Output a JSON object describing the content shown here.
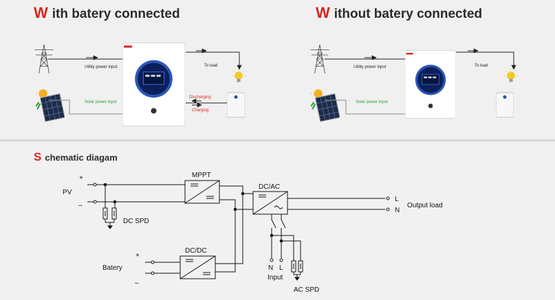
{
  "headings": {
    "with_cap": "W",
    "with_rest": "ith batery connected",
    "without_cap": "W",
    "without_rest": "ithout batery connected",
    "schematic_cap": "S",
    "schematic_rest": "chematic diagam"
  },
  "with_battery": {
    "utility_label": "Utility power input",
    "solar_label": "Solar power input",
    "load_label": "To load",
    "discharging_label": "Discharging",
    "charging_label": "Charging"
  },
  "without_battery": {
    "utility_label": "Utility power input",
    "solar_label": "Solar power input",
    "load_label": "To load"
  },
  "schematic": {
    "pv_label": "PV",
    "pv_plus": "+",
    "pv_minus": "–",
    "mppt_label": "MPPT",
    "dcac_label": "DC/AC",
    "dcdc_label": "DC/DC",
    "dc_spd_label": "DC SPD",
    "ac_spd_label": "AC SPD",
    "battery_label": "Batery",
    "bat_plus": "+",
    "bat_minus": "–",
    "out_L": "L",
    "out_N": "N",
    "output_label": "Output load",
    "in_N": "N",
    "in_L": "L",
    "input_label": "Input"
  },
  "colors": {
    "accent": "#d7261e",
    "solar_text": "#2e9a3c",
    "discharge_text": "#d7261e",
    "line": "#111111"
  }
}
